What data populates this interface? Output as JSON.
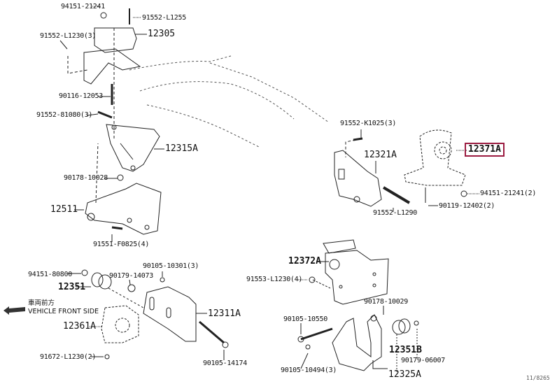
{
  "highlight_color": "#9b1b40",
  "labels": [
    {
      "id": "p1",
      "text": "94151-21241"
    },
    {
      "id": "p2",
      "text": "91552-L1255"
    },
    {
      "id": "p3",
      "text": "12305"
    },
    {
      "id": "p4",
      "text": "91552-L1230(3)"
    },
    {
      "id": "p5",
      "text": "90116-12053"
    },
    {
      "id": "p6",
      "text": "91552-81080(3)"
    },
    {
      "id": "p7",
      "text": "12315A"
    },
    {
      "id": "p8",
      "text": "90178-10028"
    },
    {
      "id": "p9",
      "text": "12511"
    },
    {
      "id": "p10",
      "text": "91551-F0825(4)"
    },
    {
      "id": "p11",
      "text": "91552-K1025(3)"
    },
    {
      "id": "p12",
      "text": "12321A"
    },
    {
      "id": "p13",
      "text": "12371A"
    },
    {
      "id": "p14",
      "text": "94151-21241(2)"
    },
    {
      "id": "p15",
      "text": "90119-12402(2)"
    },
    {
      "id": "p16",
      "text": "91552-L1290"
    },
    {
      "id": "p17",
      "text": "12372A"
    },
    {
      "id": "p18",
      "text": "91553-L1230(4)"
    },
    {
      "id": "p19",
      "text": "90178-10029"
    },
    {
      "id": "p20",
      "text": "90105-10550"
    },
    {
      "id": "p21",
      "text": "12351B"
    },
    {
      "id": "p22",
      "text": "90179-06007"
    },
    {
      "id": "p23",
      "text": "90105-10494(3)"
    },
    {
      "id": "p24",
      "text": "12325A"
    },
    {
      "id": "p25",
      "text": "94151-80800"
    },
    {
      "id": "p26",
      "text": "90105-10301(3)"
    },
    {
      "id": "p27",
      "text": "90179-14073"
    },
    {
      "id": "p28",
      "text": "12351"
    },
    {
      "id": "p29",
      "text": "12311A"
    },
    {
      "id": "p30",
      "text": "12361A"
    },
    {
      "id": "p31",
      "text": "91672-L1230(2)"
    },
    {
      "id": "p32",
      "text": "90105-14174"
    }
  ],
  "direction_note": {
    "jp": "車両前方",
    "en": "VEHICLE FRONT SIDE",
    "icon": "front-arrow-icon"
  },
  "diagram_code": "11/8265"
}
